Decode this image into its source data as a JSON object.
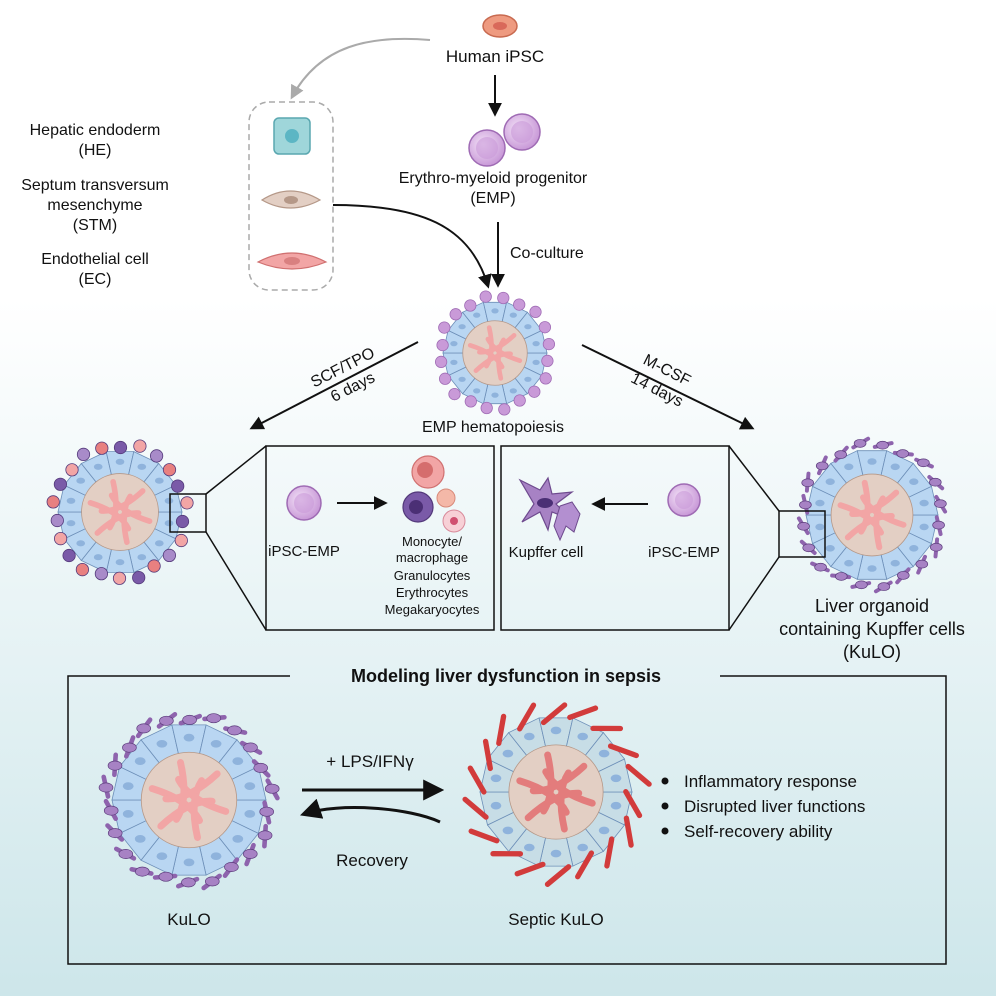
{
  "top": {
    "human_ipsc": "Human iPSC",
    "emp_line1": "Erythro-myeloid progenitor",
    "emp_line2": "(EMP)",
    "coculture": "Co-culture"
  },
  "cell_types": {
    "he_line1": "Hepatic endoderm",
    "he_line2": "(HE)",
    "stm_line1": "Septum transversum",
    "stm_line2": "mesenchyme",
    "stm_line3": "(STM)",
    "ec_line1": "Endothelial cell",
    "ec_line2": "(EC)"
  },
  "center": {
    "emp_hematopoiesis": "EMP hematopoiesis",
    "left_arrow_line1": "SCF/TPO",
    "left_arrow_line2": "6 days",
    "right_arrow_line1": "M-CSF",
    "right_arrow_line2": "14 days"
  },
  "left_panel": {
    "source": "iPSC-EMP",
    "products": [
      "Monocyte/",
      "macrophage",
      "Granulocytes",
      "Erythrocytes",
      "Megakaryocytes"
    ]
  },
  "right_panel": {
    "product": "Kupffer cell",
    "source": "iPSC-EMP"
  },
  "kulo": {
    "line1": "Liver organoid",
    "line2": "containing Kupffer cells",
    "line3": "(KuLO)"
  },
  "sepsis": {
    "title": "Modeling liver dysfunction in sepsis",
    "forward": "+ LPS/IFNγ",
    "recovery": "Recovery",
    "kulo_label": "KuLO",
    "septic_label": "Septic KuLO",
    "bullets": [
      "Inflammatory response",
      "Disrupted liver functions",
      "Self-recovery ability"
    ]
  },
  "colors": {
    "background_top": "#ffffff",
    "background_bottom": "#cde6ea",
    "hepatocyte": "#b9d6f2",
    "stm": "#e3cfc4",
    "endothelial": "#f2a5a5",
    "emp": "#c99ad8",
    "kupffer": "#8e63ad",
    "septic": "#d23b3b"
  }
}
